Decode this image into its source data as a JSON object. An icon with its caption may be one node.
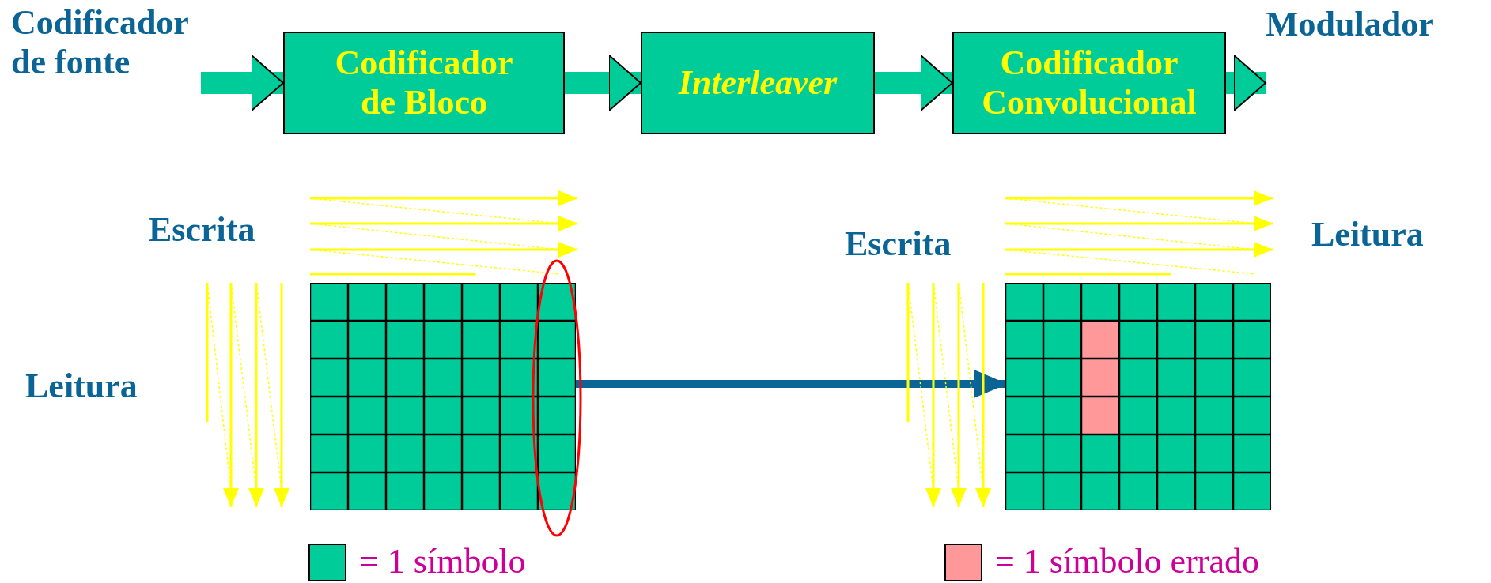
{
  "diagram": {
    "nodes": [
      {
        "text": [
          "Codificador de fonte"
        ]
      },
      {
        "text": [
          "Codificador de Bloco"
        ]
      },
      {
        "text": [
          "Interleaver"
        ]
      },
      {
        "text": [
          "Codificador Convolucional"
        ]
      },
      {
        "text": [
          "Modulador"
        ]
      },
      {
        "text": [],
        "shape": "grid"
      },
      {
        "text": [],
        "shape": "grid"
      }
    ],
    "edges": [
      {
        "from": 0,
        "to": 1,
        "arrow": "to"
      },
      {
        "from": 1,
        "to": 2,
        "arrow": "to"
      },
      {
        "from": 2,
        "to": 3,
        "arrow": "to"
      },
      {
        "from": 3,
        "to": 4,
        "arrow": "to"
      },
      {
        "from": 5,
        "to": 6,
        "arrow": "to",
        "color": "#0a6496"
      }
    ],
    "labels": [
      "Escrita",
      "Leitura",
      "Escrita",
      "Leitura"
    ],
    "legend": [
      {
        "text": "= 1 símbolo",
        "color": "#00cc99"
      },
      {
        "text": "= 1 símbolo errado",
        "color": "#ff9999"
      }
    ]
  }
}
